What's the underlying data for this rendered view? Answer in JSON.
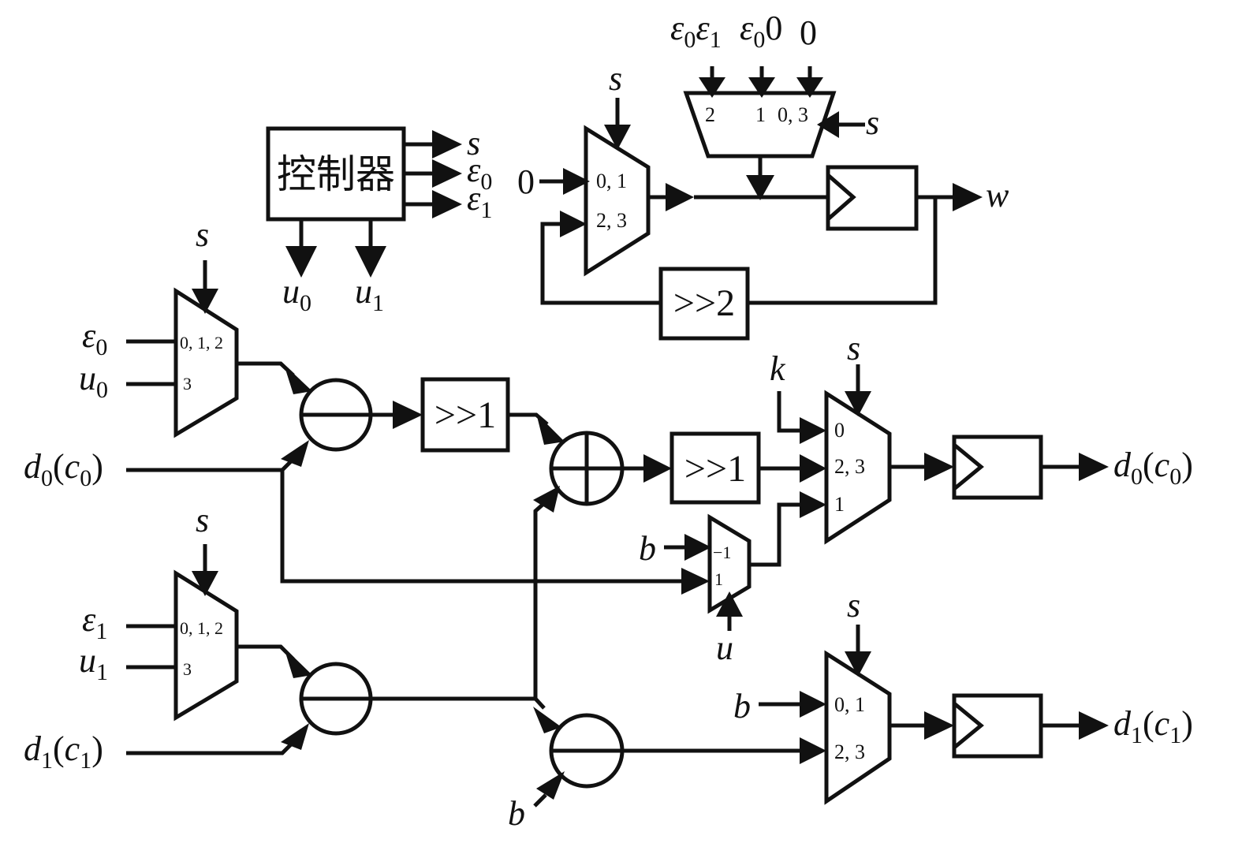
{
  "diagram": {
    "controller": {
      "label": "控制器",
      "out_s": "s",
      "out_e0": "ε",
      "out_e0_sub": "0",
      "out_e1": "ε",
      "out_e1_sub": "1",
      "out_u0": "u",
      "out_u0_sub": "0",
      "out_u1": "u",
      "out_u1_sub": "1"
    },
    "w_path": {
      "top_in_e0e1_a": "ε",
      "top_in_e0e1_a_sub": "0",
      "top_in_e0e1_b": "ε",
      "top_in_e0e1_b_sub": "1",
      "top_in_e00_a": "ε",
      "top_in_e00_a_sub": "0",
      "top_in_e00_b": "0",
      "top_in_zero": "0",
      "tmux_p2": "2",
      "tmux_p1": "1",
      "tmux_p03": "0, 3",
      "tmux_sel": "s",
      "mux_sel": "s",
      "mux_in_zero": "0",
      "mux_p01": "0, 1",
      "mux_p23": "2, 3",
      "shift": ">>2",
      "out": "w"
    },
    "left_upper": {
      "sel": "s",
      "in_e": "ε",
      "in_e_sub": "0",
      "in_u": "u",
      "in_u_sub": "0",
      "p012": "0, 1, 2",
      "p3": "3"
    },
    "left_lower": {
      "sel": "s",
      "in_e": "ε",
      "in_e_sub": "1",
      "in_u": "u",
      "in_u_sub": "1",
      "p012": "0, 1, 2",
      "p3": "3"
    },
    "d0_in": {
      "d": "d",
      "d_sub": "0",
      "c": "c",
      "c_sub": "0"
    },
    "d1_in": {
      "d": "d",
      "d_sub": "1",
      "c": "c",
      "c_sub": "1"
    },
    "shift1a": ">>1",
    "shift1b": ">>1",
    "sub_b": "b",
    "neg_mux": {
      "in_b": "b",
      "p_neg1": "−1",
      "p1": "1",
      "sel": "u"
    },
    "out0_mux": {
      "in_k": "k",
      "sel": "s",
      "p0": "0",
      "p23": "2, 3",
      "p1": "1"
    },
    "out0": {
      "d": "d",
      "d_sub": "0",
      "c": "c",
      "c_sub": "0"
    },
    "out1_mux": {
      "in_b": "b",
      "sel": "s",
      "p01": "0, 1",
      "p23": "2, 3"
    },
    "out1": {
      "d": "d",
      "d_sub": "1",
      "c": "c",
      "c_sub": "1"
    }
  }
}
